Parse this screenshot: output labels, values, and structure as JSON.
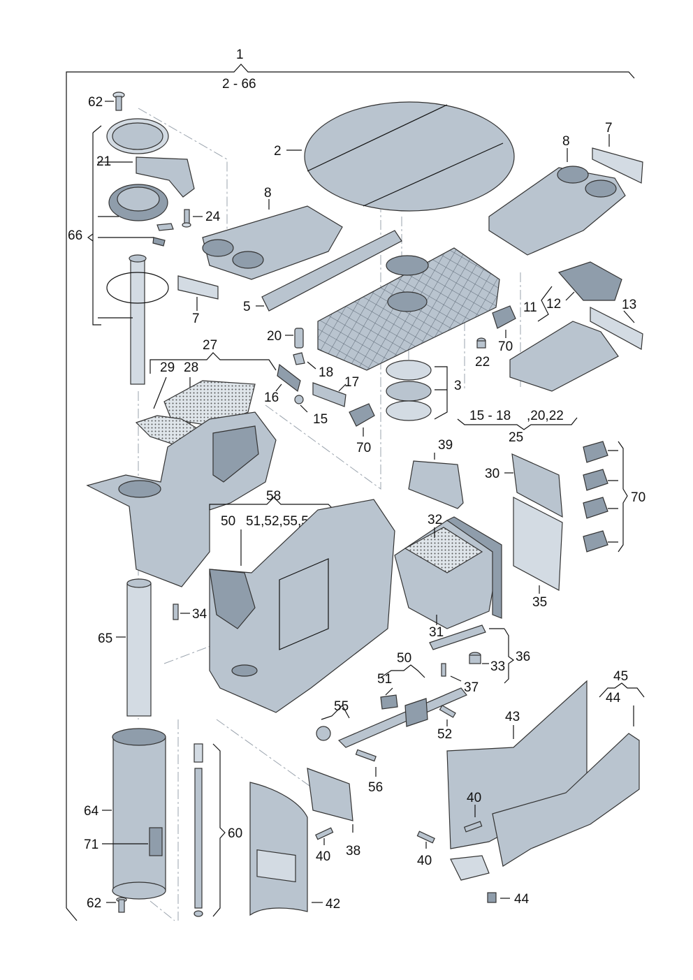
{
  "assembly": {
    "main_number": "1",
    "main_range": "2 - 66"
  },
  "callouts": {
    "c62_top": "62",
    "c66": "66",
    "c21": "21",
    "c24": "24",
    "c8_left": "8",
    "c7_left": "7",
    "c5": "5",
    "c2": "2",
    "c8_right": "8",
    "c7_right": "7",
    "c11": "11",
    "c12": "12",
    "c13": "13",
    "c20": "20",
    "c18": "18",
    "c17": "17",
    "c16": "16",
    "c15": "15",
    "c70_mid": "70",
    "c22": "22",
    "c70_right": "70",
    "c3": "3",
    "c15_range": "15 - 18",
    "c20_22": ",20,22",
    "c25": "25",
    "c27": "27",
    "c29": "29",
    "c28": "28",
    "c58": "58",
    "c50_top": "50",
    "c51_list": "51,52,55,56",
    "c39": "39",
    "c30": "30",
    "c70_group": "70",
    "c32": "32",
    "c35": "35",
    "c31": "31",
    "c36": "36",
    "c33": "33",
    "c37": "37",
    "c34": "34",
    "c65": "65",
    "c50_mid": "50",
    "c51": "51",
    "c55": "55",
    "c52": "52",
    "c56": "56",
    "c45": "45",
    "c44_top": "44",
    "c43": "43",
    "c64": "64",
    "c71": "71",
    "c62_bottom": "62",
    "c60": "60",
    "c40_left": "40",
    "c38": "38",
    "c42": "42",
    "c40_mid": "40",
    "c40_low": "40",
    "c44_bottom": "44"
  }
}
